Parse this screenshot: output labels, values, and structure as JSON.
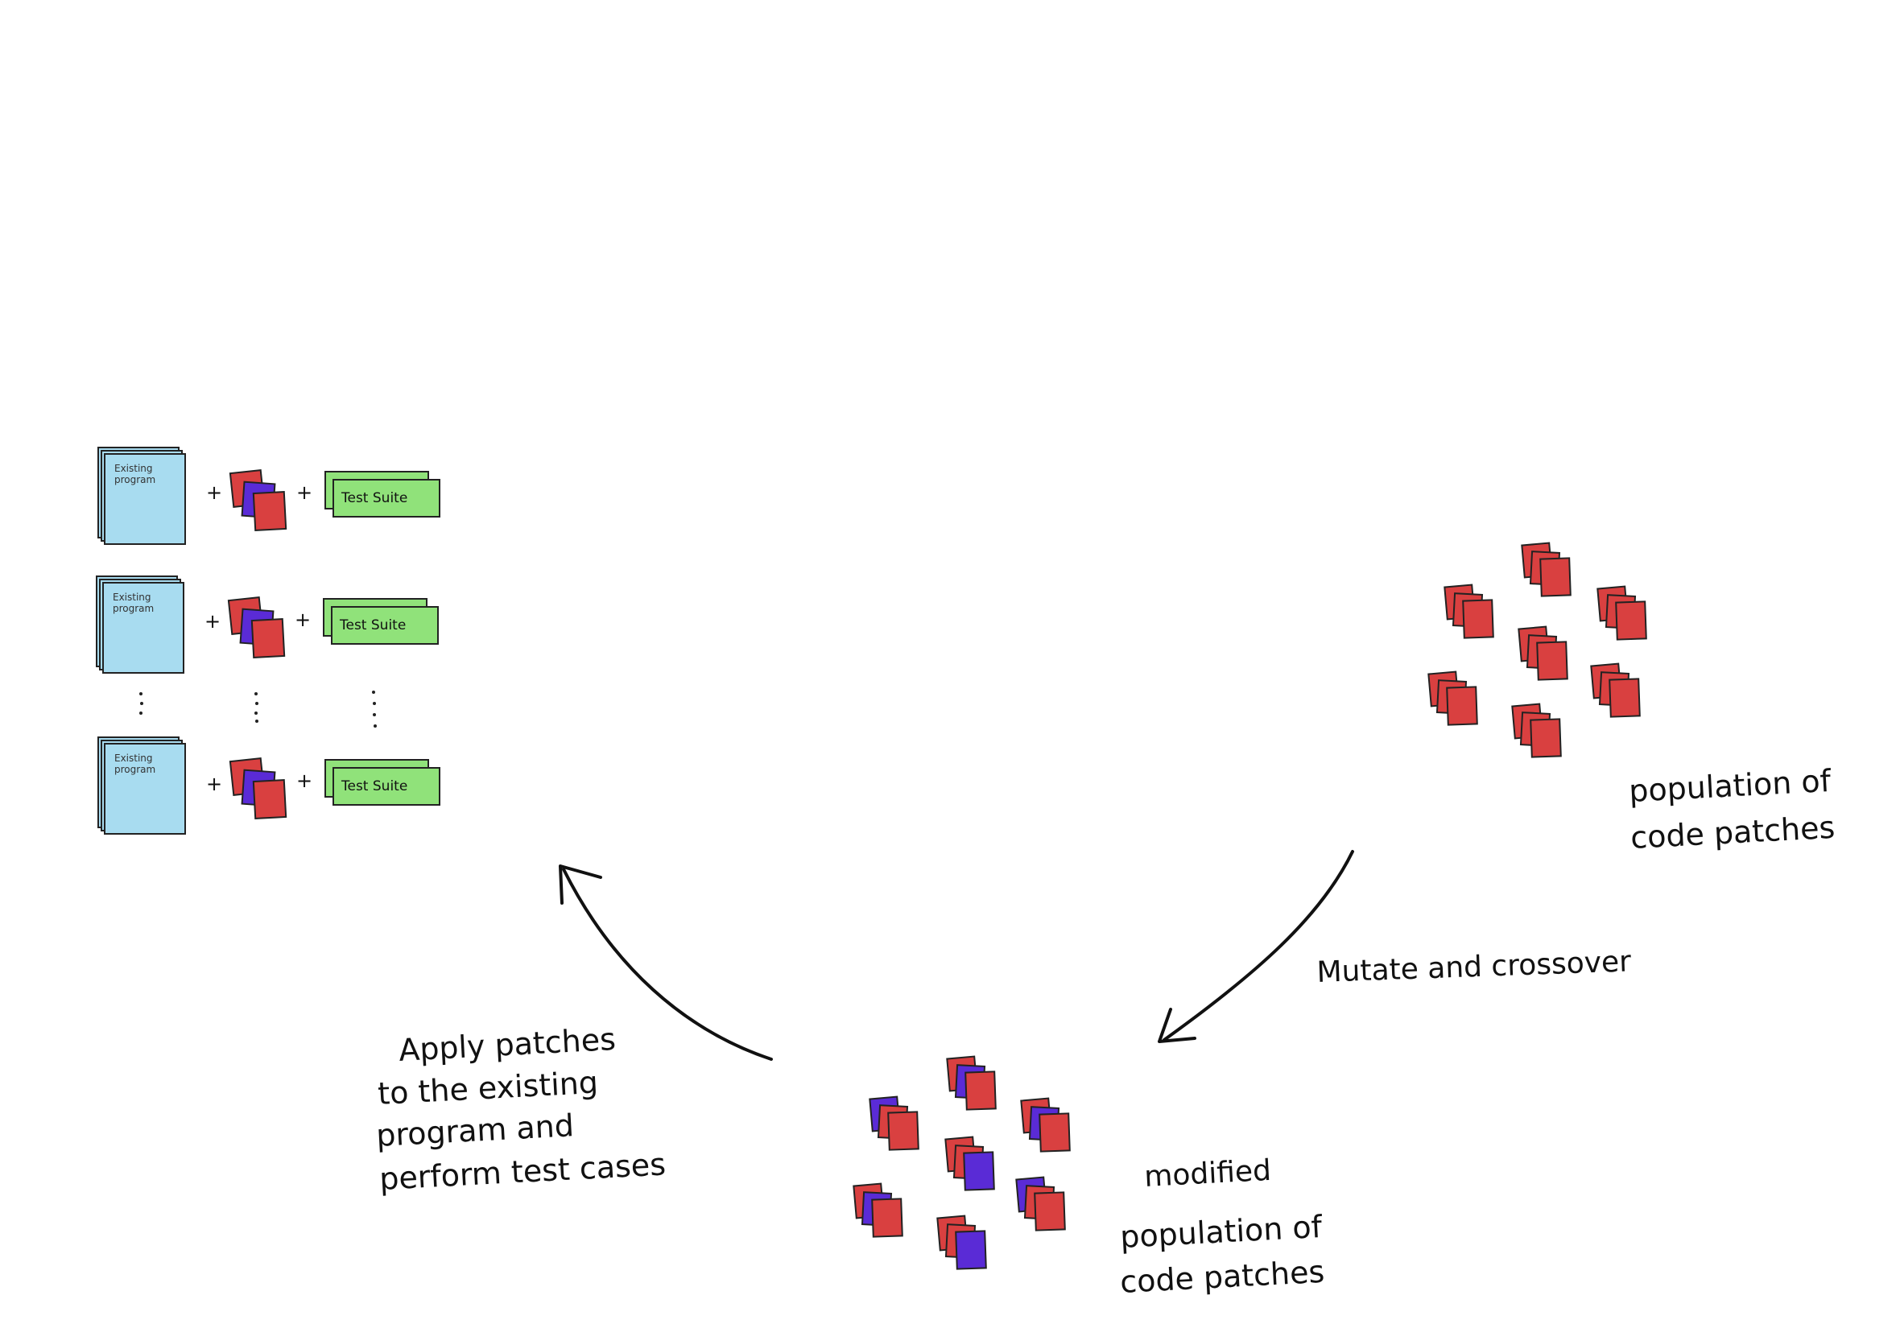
{
  "row_items": {
    "program_label_line1": "Existing",
    "program_label_line2": "program",
    "test_suite_label": "Test Suite",
    "plus": "+"
  },
  "labels": {
    "population_line1": "population of",
    "population_line2": "code patches",
    "mutate": "Mutate and crossover",
    "modified_line1": "modified",
    "modified_line2": "population of",
    "modified_line3": "code patches",
    "apply_line1": "Apply patches",
    "apply_line2": "to the existing",
    "apply_line3": "program and",
    "apply_line4": "perform test cases"
  },
  "colors": {
    "program_fill": "#a8dcf0",
    "test_suite_fill": "#90e27a",
    "patch_red": "#d94040",
    "patch_purple": "#5a2bd6",
    "ink": "#111111"
  }
}
